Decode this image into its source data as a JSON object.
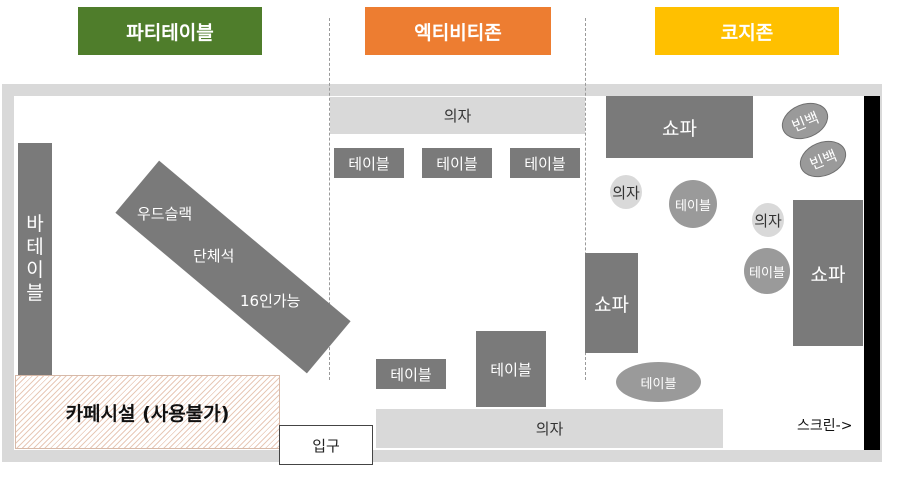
{
  "zones": {
    "party": {
      "label": "파티테이블",
      "color": "#4f7d2b"
    },
    "activity": {
      "label": "엑티비티존",
      "color": "#ed7d31"
    },
    "cozy": {
      "label": "코지존",
      "color": "#ffc000"
    }
  },
  "party_area": {
    "bar_table_chars": [
      "바",
      "테",
      "이",
      "블"
    ],
    "wood_slab": {
      "line1": "우드슬랙",
      "line2": "단체석",
      "line3": "16인가능"
    },
    "cafe": "카페시설 (사용불가)",
    "entrance": "입구"
  },
  "activity_area": {
    "chair_top": "의자",
    "tables_top": [
      "테이블",
      "테이블",
      "테이블"
    ],
    "table_bottom_left": "테이블",
    "table_bottom_tall": "테이블",
    "chair_bottom": "의자"
  },
  "cozy_area": {
    "sofa_top": "쇼파",
    "sofa_middle": "쇼파",
    "sofa_right": "쇼파",
    "beanbags": [
      "빈백",
      "빈백"
    ],
    "chair_left": "의자",
    "chair_right": "의자",
    "round_table_1": "테이블",
    "round_table_2": "테이블",
    "oval_table": "테이블",
    "screen_label": "스크린->"
  },
  "colors": {
    "furniture_dark": "#7a7a7a",
    "furniture_light": "#d9d9d9",
    "wall": "#d9d9d9",
    "screen": "#000000"
  }
}
